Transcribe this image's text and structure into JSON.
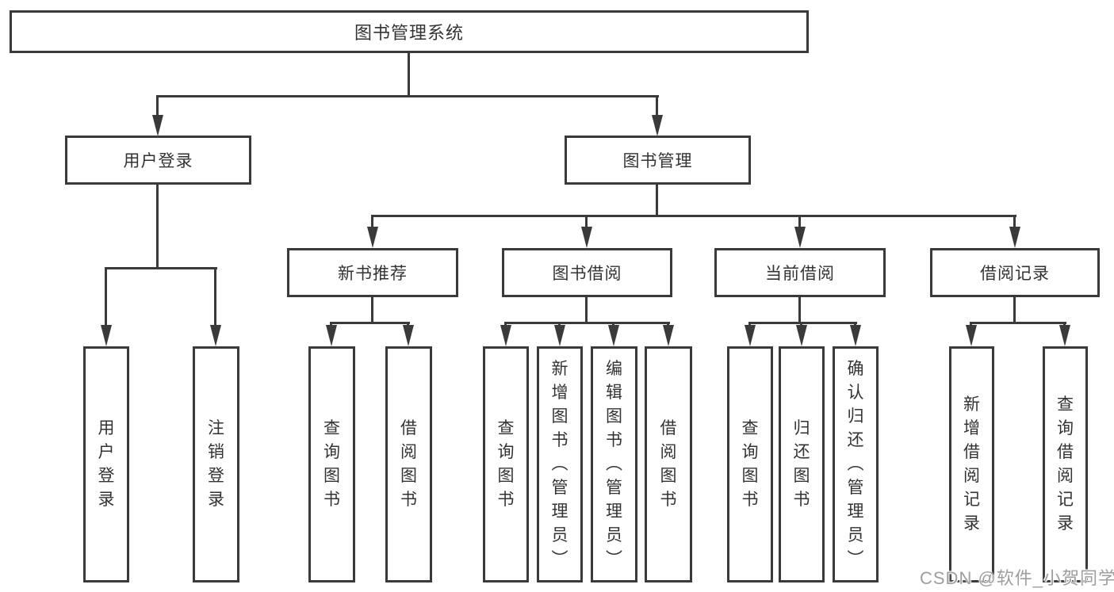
{
  "diagram": {
    "root": "图书管理系统",
    "branches": [
      {
        "label": "用户登录",
        "children": [
          "用户登录",
          "注销登录"
        ]
      },
      {
        "label": "图书管理",
        "groups": [
          {
            "label": "新书推荐",
            "children": [
              "查询图书",
              "借阅图书"
            ]
          },
          {
            "label": "图书借阅",
            "children": [
              "查询图书",
              "新增图书（管理员）",
              "编辑图书（管理员）",
              "借阅图书"
            ]
          },
          {
            "label": "当前借阅",
            "children": [
              "查询图书",
              "归还图书",
              "确认归还（管理员）"
            ]
          },
          {
            "label": "借阅记录",
            "children": [
              "新增借阅记录",
              "查询借阅记录"
            ]
          }
        ]
      }
    ]
  },
  "watermark": {
    "text": "CSDN @软件_小贺同学"
  },
  "colors": {
    "line": "#3a3a3a",
    "text": "#333333",
    "background": "#ffffff",
    "watermark": "#9e9e9e"
  }
}
